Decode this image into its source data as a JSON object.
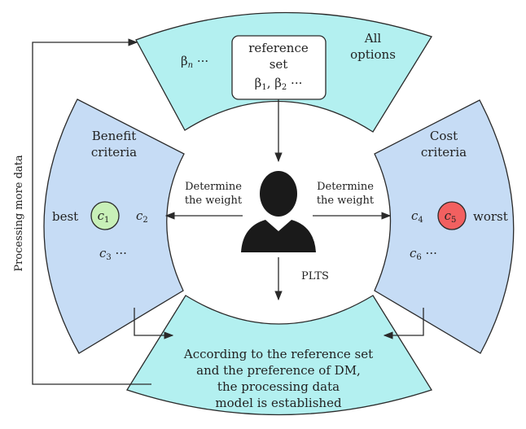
{
  "colors": {
    "top_sector": "#b3f0f0",
    "bottom_sector": "#b3f0f0",
    "left_sector": "#c6dcf5",
    "right_sector": "#c6dcf5",
    "best_circle": "#c8f0b8",
    "worst_circle": "#f26060",
    "person": "#1a1a1a"
  },
  "top": {
    "all_options": [
      "All",
      "options"
    ],
    "beta_n": "βn ···",
    "reference_box": [
      "reference",
      "set",
      "β1, β2 ···"
    ]
  },
  "left": {
    "title": [
      "Benefit",
      "criteria"
    ],
    "best_label": "best",
    "c1": "c1",
    "c2": "c2",
    "c3": "c3 ···"
  },
  "right": {
    "title": [
      "Cost",
      "criteria"
    ],
    "worst_label": "worst",
    "c4": "c4",
    "c5": "c5",
    "c6": "c6 ···"
  },
  "center": {
    "left_arrow_label": [
      "Determine",
      "the weight"
    ],
    "right_arrow_label": [
      "Determine",
      "the weight"
    ],
    "down_arrow_label": "PLTS",
    "person_icon": "decision-maker-silhouette-icon"
  },
  "bottom": {
    "text": [
      "According to the reference set",
      "and the preference of DM,",
      "the processing data",
      "model is established"
    ]
  },
  "feedback_label": "Processing more data"
}
